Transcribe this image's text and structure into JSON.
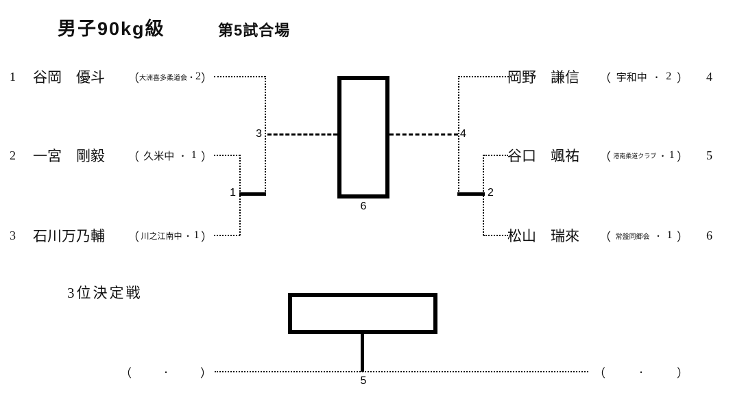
{
  "header": {
    "title": "男子90kg級",
    "venue": "第5試合場"
  },
  "symbols": {
    "open_paren": "（",
    "close_paren": "）",
    "dot": "・"
  },
  "bracket": {
    "left_players": [
      {
        "seed": "1",
        "name": "谷岡　優斗",
        "club": "大洲喜多柔道会",
        "grade": "2"
      },
      {
        "seed": "2",
        "name": "一宮　剛毅",
        "club": "久米中",
        "grade": "1"
      },
      {
        "seed": "3",
        "name": "石川万乃輔",
        "club": "川之江南中",
        "grade": "1"
      }
    ],
    "right_players": [
      {
        "seed": "4",
        "name": "岡野　謙信",
        "club": "宇和中",
        "grade": "2"
      },
      {
        "seed": "5",
        "name": "谷口　颯祐",
        "club": "港南柔道クラブ",
        "grade": "1"
      },
      {
        "seed": "6",
        "name": "松山　瑞來",
        "club": "常盤同郷会",
        "grade": "1"
      }
    ],
    "match_numbers": {
      "m1": "1",
      "m2": "2",
      "m3": "3",
      "m4": "4",
      "m5": "5",
      "m6": "6"
    }
  },
  "third_place": {
    "label": "3位決定戦"
  }
}
